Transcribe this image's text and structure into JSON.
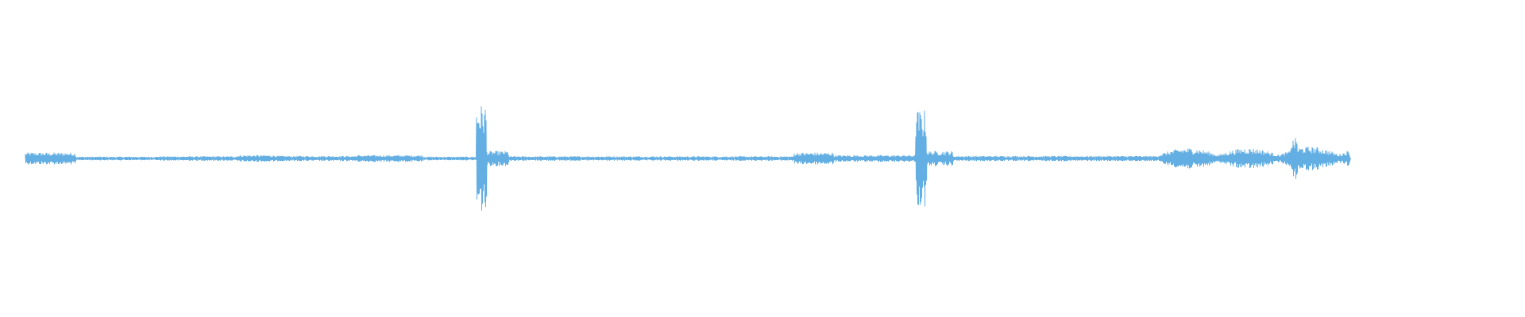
{
  "waveform": {
    "color": "#63aee2",
    "background": "#ffffff",
    "duration_fraction": 0.86,
    "segments": [
      {
        "start": 0.0,
        "end": 0.038,
        "amplitude": 0.08
      },
      {
        "start": 0.038,
        "end": 0.1,
        "amplitude": 0.025
      },
      {
        "start": 0.1,
        "end": 0.16,
        "amplitude": 0.03
      },
      {
        "start": 0.16,
        "end": 0.19,
        "amplitude": 0.045
      },
      {
        "start": 0.19,
        "end": 0.25,
        "amplitude": 0.035
      },
      {
        "start": 0.25,
        "end": 0.3,
        "amplitude": 0.045
      },
      {
        "start": 0.3,
        "end": 0.34,
        "amplitude": 0.025
      },
      {
        "start": 0.34,
        "end": 0.348,
        "amplitude": 0.72
      },
      {
        "start": 0.348,
        "end": 0.365,
        "amplitude": 0.1
      },
      {
        "start": 0.365,
        "end": 0.58,
        "amplitude": 0.03
      },
      {
        "start": 0.58,
        "end": 0.61,
        "amplitude": 0.08
      },
      {
        "start": 0.61,
        "end": 0.672,
        "amplitude": 0.045
      },
      {
        "start": 0.672,
        "end": 0.68,
        "amplitude": 0.65
      },
      {
        "start": 0.68,
        "end": 0.7,
        "amplitude": 0.1
      },
      {
        "start": 0.7,
        "end": 0.855,
        "amplitude": 0.035
      },
      {
        "start": 0.855,
        "end": 0.955,
        "amplitude": 0.14
      },
      {
        "start": 0.955,
        "end": 0.96,
        "amplitude": 0.32
      },
      {
        "start": 0.96,
        "end": 1.0,
        "amplitude": 0.16
      }
    ]
  }
}
